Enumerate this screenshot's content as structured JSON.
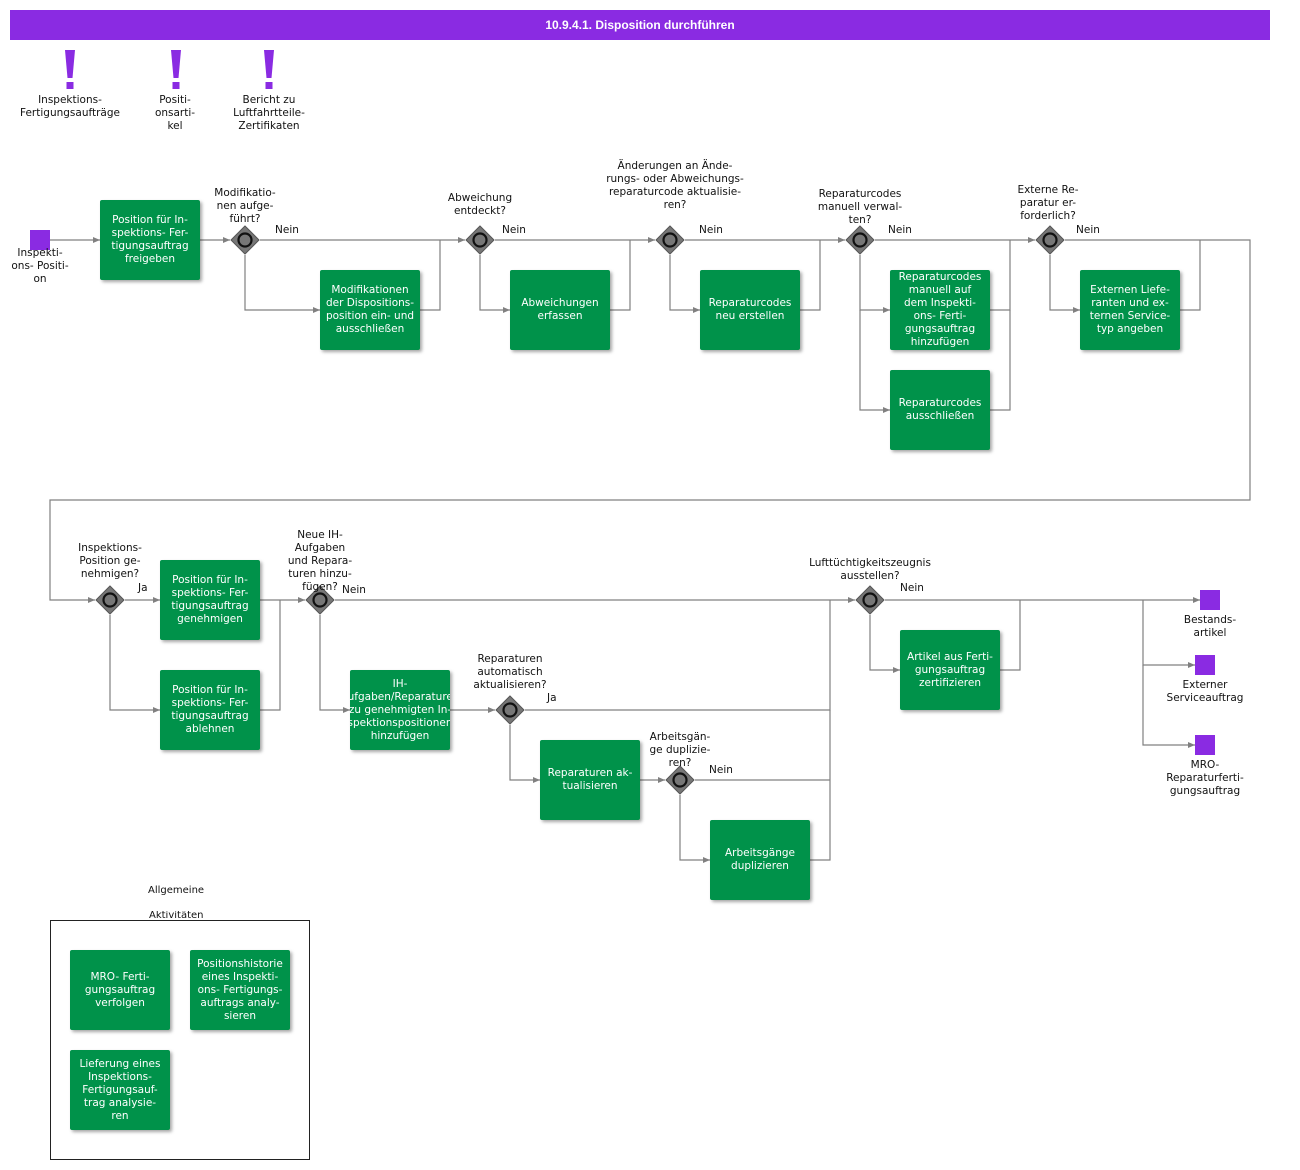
{
  "title": "10.9.4.1. Disposition durchführen",
  "colors": {
    "header": "#8a2be2",
    "task": "#00924a",
    "gateway": "#777777",
    "event": "#8a2be2",
    "line": "#808080"
  },
  "inputs": [
    {
      "label": "Inspektions-\nFertigungsaufträge"
    },
    {
      "label": "Positi-\nonsarti-\nkel"
    },
    {
      "label": "Bericht  zu\nLuftfahrtteile-\nZertifikaten"
    }
  ],
  "start_event": "Inspekti-\nons- Positi-\non",
  "tasks": {
    "t1": "Position für  In-\nspektions- Fer-\ntigungsauftrag\nfreigeben",
    "t2": "Modifikationen\nder Dispositions-\nposition ein- und\nausschließen",
    "t3": "Abweichungen\nerfassen",
    "t4": "Reparaturcodes\nneu erstellen",
    "t5": "Reparaturcodes\nmanuell auf\ndem  Inspekti-\nons- Ferti-\ngungsauftrag\nhinzufügen",
    "t6": "Reparaturcodes\nausschließen",
    "t7": "Externen Liefe-\nranten und ex-\nternen Service-\ntyp angeben",
    "t8": "Position für  In-\nspektions- Fer-\ntigungsauftrag\ngenehmigen",
    "t9": "Position für  In-\nspektions- Fer-\ntigungsauftrag\nablehnen",
    "t10": "IH-\nAufgaben/Reparaturen\nzu genehmigten  In-\nspektionspositionen\nhinzufügen",
    "t11": "Reparaturen ak-\ntualisieren",
    "t12": "Arbeitsgänge\nduplizieren",
    "t13": "Artikel aus Ferti-\ngungsauftrag\nzertifizieren"
  },
  "gateways": {
    "g1": "Modifikatio-\nnen aufge-\nführt?",
    "g2": "Abweichung\nentdeckt?",
    "g3": "Änderungen an  Ände-\nrungs- oder  Abweichungs-\nreparaturcode  aktualisie-\nren?",
    "g4": "Reparaturcodes\nmanuell verwal-\nten?",
    "g5": "Externe  Re-\nparatur  er-\nforderlich?",
    "g6": "Inspektions-\nPosition  ge-\nnehmigen?",
    "g7": "Neue IH-\nAufgaben\nund Repara-\nturen hinzu-\nfügen?",
    "g8": "Reparaturen\nautomatisch\naktualisieren?",
    "g9": "Arbeitsgän-\nge duplizie-\nren?",
    "g10": "Lufttüchtigkeitszeugnis\nausstellen?"
  },
  "flow_labels": {
    "no": "Nein",
    "yes": "Ja"
  },
  "end_events": [
    {
      "label": "Bestands-\nartikel"
    },
    {
      "label": "Externer\nServiceauftrag"
    },
    {
      "label": "MRO-    Reparaturferti-\ngungsauftrag"
    }
  ],
  "general": {
    "heading_1": "Allgemeine",
    "heading_2": "Aktivitäten",
    "tasks": [
      "MRO- Ferti-\ngungsauftrag\nverfolgen",
      "Positionshistorie\neines Inspekti-\nons- Fertigungs-\nauftrags  analy-\nsieren",
      "Lieferung eines\nInspektions-\nFertigungsauf-\ntrag  analysie-\nren"
    ]
  }
}
